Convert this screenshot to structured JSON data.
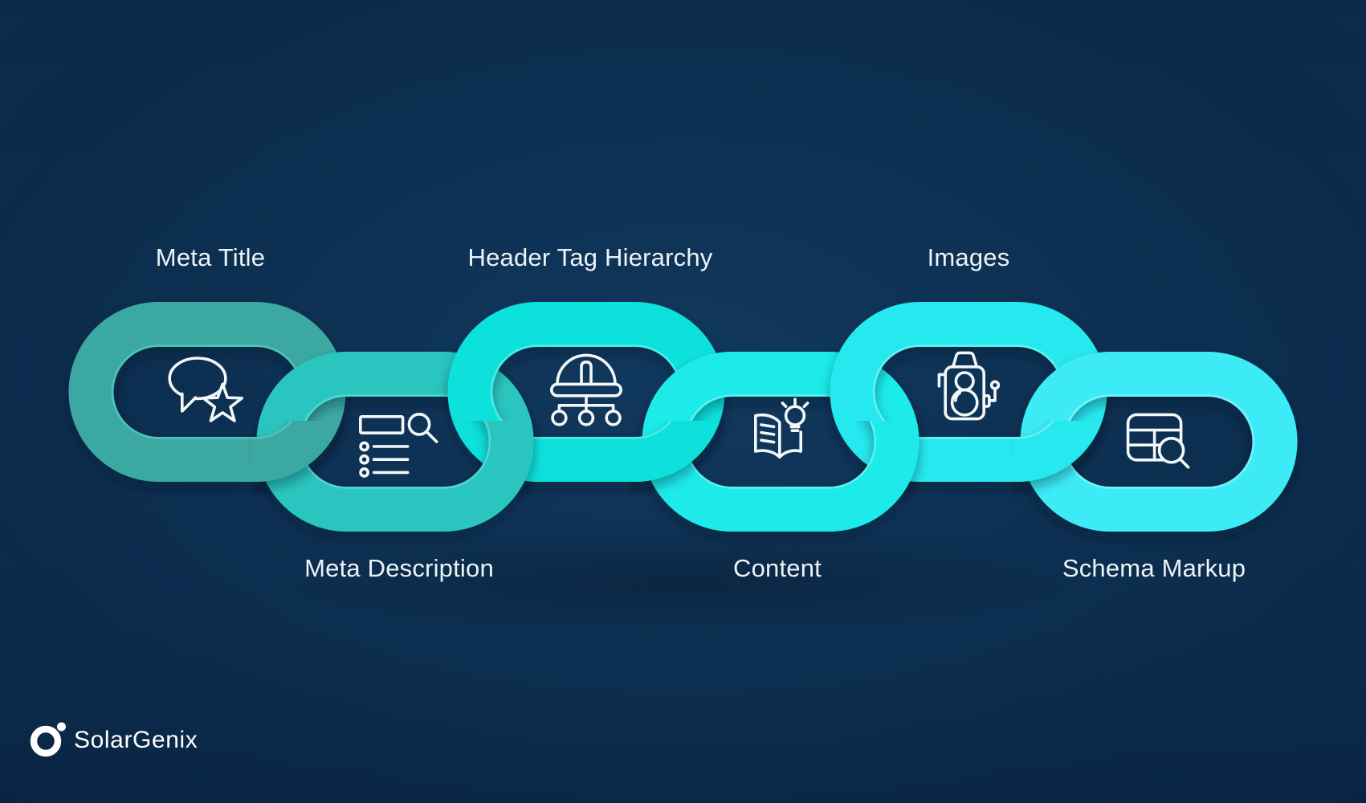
{
  "background": {
    "center_color": "#0e3457",
    "edge_color": "#092442",
    "floor_shadow_color": "#041120"
  },
  "chain": {
    "label_color": "#edf3f6",
    "links": [
      {
        "label": "Meta Title",
        "icon": "speech-bubble-star-icon",
        "color": "#3aa9a2",
        "highlight": "#63d9d0",
        "row": "top"
      },
      {
        "label": "Meta Description",
        "icon": "list-search-icon",
        "color": "#2cc5be",
        "highlight": "#71e6de",
        "row": "bottom"
      },
      {
        "label": "Header Tag Hierarchy",
        "icon": "hard-hat-hierarchy-icon",
        "color": "#0fe1dc",
        "highlight": "#86f2ee",
        "row": "top"
      },
      {
        "label": "Content",
        "icon": "open-book-idea-icon",
        "color": "#1cebe9",
        "highlight": "#90f6f3",
        "row": "bottom"
      },
      {
        "label": "Images",
        "icon": "retro-camera-icon",
        "color": "#28e9ef",
        "highlight": "#9af4f8",
        "row": "top"
      },
      {
        "label": "Schema Markup",
        "icon": "table-search-icon",
        "color": "#3debf7",
        "highlight": "#a8f6fb",
        "row": "bottom"
      }
    ]
  },
  "branding": {
    "name": "SolarGenix",
    "logo_icon": "ring-dot-logo-icon",
    "text_color": "#ffffff"
  }
}
